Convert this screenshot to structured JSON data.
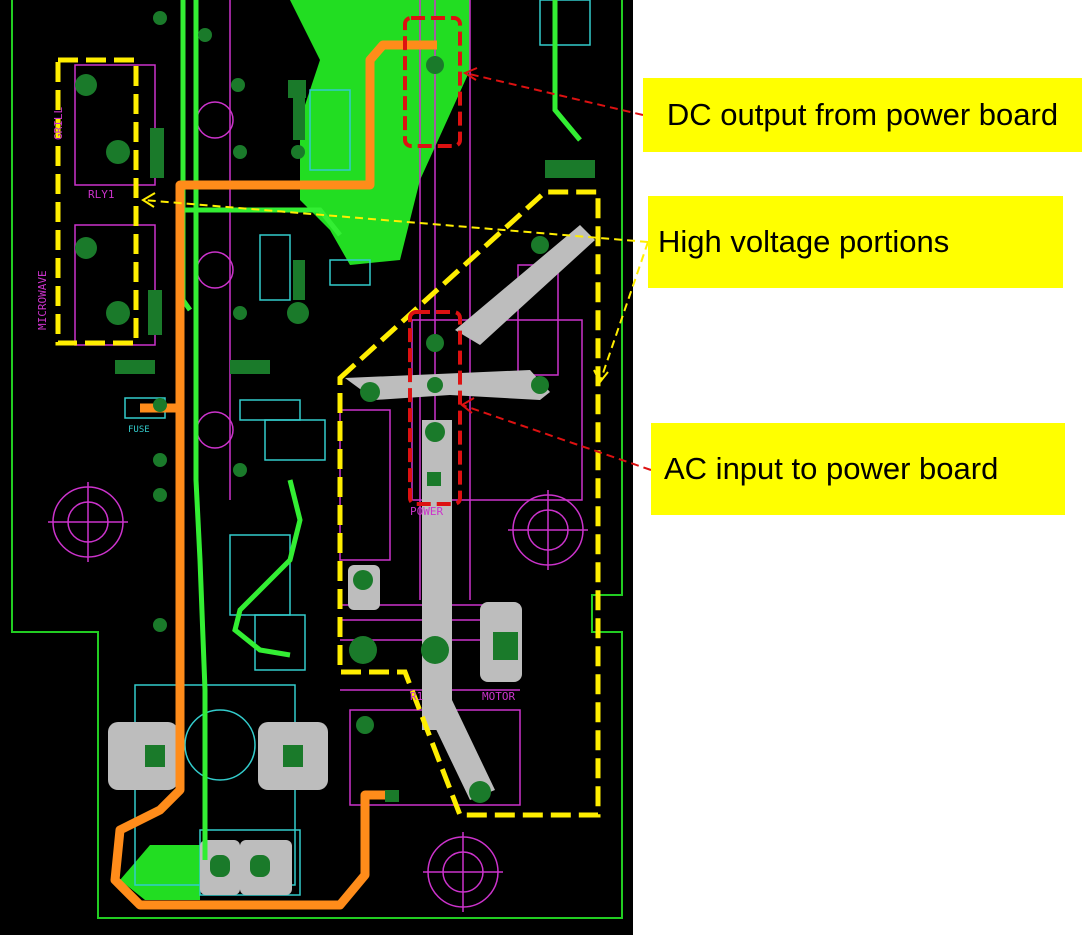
{
  "callouts": {
    "dc_output": "DC output from power board",
    "high_voltage": "High voltage portions",
    "ac_input": "AC input to power board"
  },
  "silkscreen": {
    "grill": "GRILL",
    "rly1": "RLY1",
    "microwave": "MICROWAVE",
    "power": "POWER",
    "motor": "MOTOR",
    "r1": "R1",
    "fuse": "FUSE"
  },
  "colors": {
    "background": "#000000",
    "board_outline": "#22cc22",
    "dc_trace": "#ff8c1a",
    "signal_trace": "#33ee33",
    "copper_pad": "#1a7a2a",
    "hv_pour": "#bdbdbd",
    "silkscreen": "#cc33cc",
    "component_outline": "#33cccc",
    "highlight_hv": "#ffee00",
    "highlight_io": "#dd1111",
    "arrow": "#dd1111",
    "callout_bg": "#ffff00"
  }
}
